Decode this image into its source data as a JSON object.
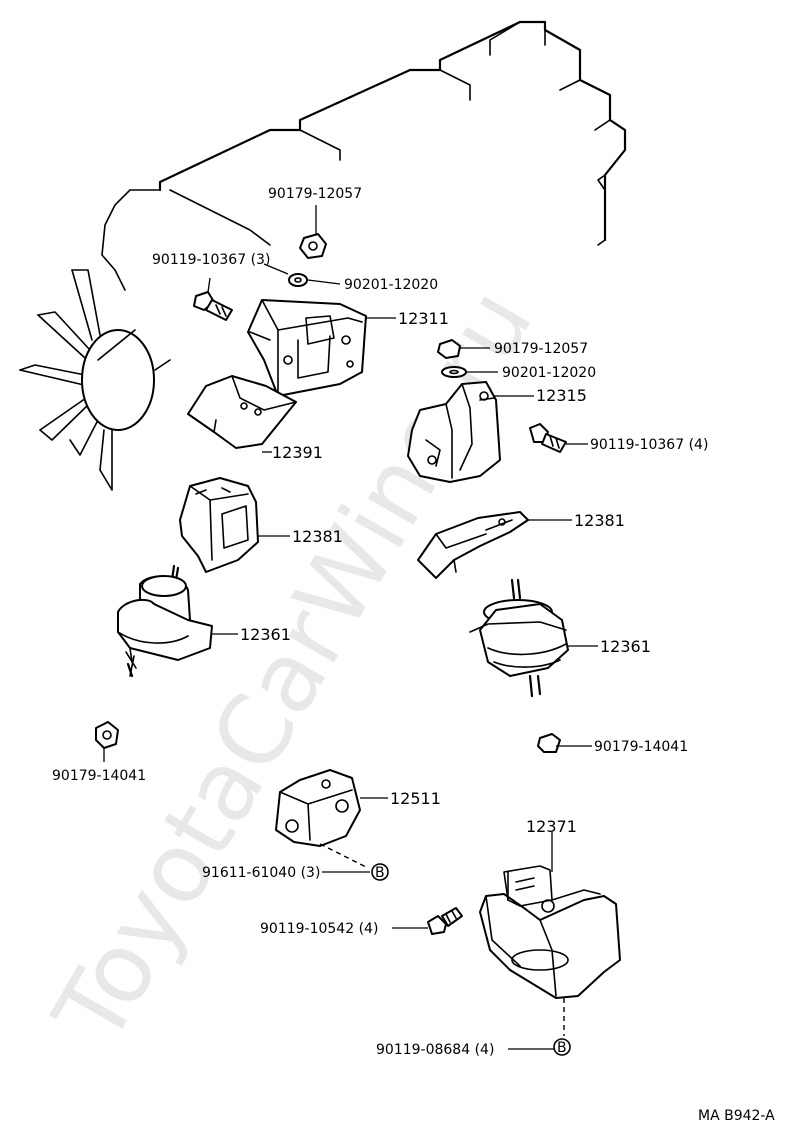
{
  "watermark": "ToyotaCarWine.ru",
  "diagram_code": "MA B942-A",
  "ref_marker": "B",
  "labels": {
    "nut_top_left": "90179-12057",
    "bolt_top_left": "90119-10367 (3)",
    "washer_top_left": "90201-12020",
    "bracket_left": "12311",
    "nut_top_right": "90179-12057",
    "washer_top_right": "90201-12020",
    "bracket_right": "12315",
    "bolt_right": "90119-10367 (4)",
    "cover_left": "12391",
    "stopper_left": "12381",
    "stopper_right": "12381",
    "insulator_left": "12361",
    "insulator_right": "12361",
    "nut_bottom_left": "90179-14041",
    "nut_bottom_right": "90179-14041",
    "rear_bracket": "12511",
    "rear_bolt": "91611-61040 (3)",
    "rear_insulator": "12371",
    "bolt_rear_a": "90119-10542 (4)",
    "bolt_rear_b": "90119-08684 (4)"
  }
}
